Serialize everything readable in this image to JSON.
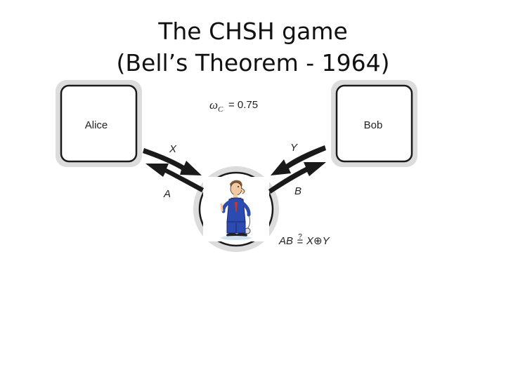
{
  "slide": {
    "title_line1": "The CHSH game",
    "title_line2": "(Bell’s Theorem - 1964)"
  },
  "diagram": {
    "omega_symbol": "ω",
    "omega_subscript": "C",
    "omega_value": "= 0.75",
    "alice_label": "Alice",
    "bob_label": "Bob",
    "arrow_x_label": "X",
    "arrow_y_label": "Y",
    "arrow_a_label": "A",
    "arrow_b_label": "B",
    "condition_lhs": "AB",
    "condition_question": "?",
    "condition_eq": "=",
    "condition_x": "X",
    "condition_xor": "⊕",
    "condition_y": "Y",
    "referee_icon": "referee-cartoon-icon"
  }
}
